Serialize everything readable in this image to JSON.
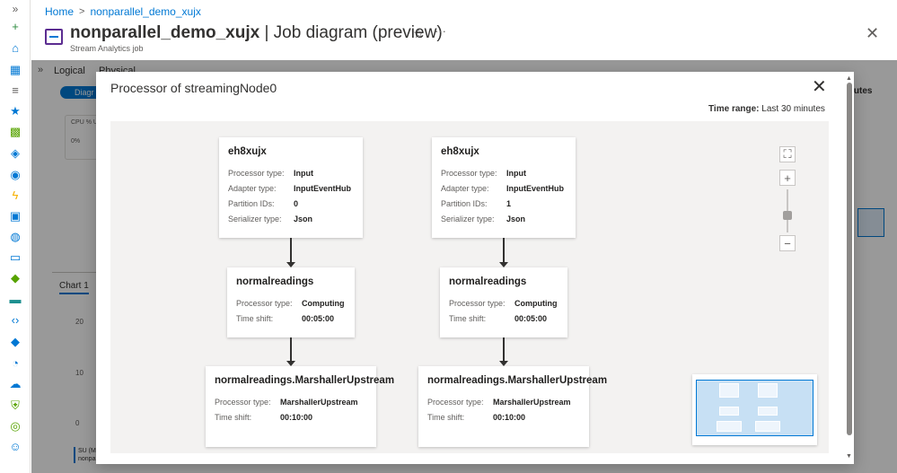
{
  "rail": {
    "expand_glyph": "»",
    "icons": [
      {
        "name": "create-resource-icon",
        "glyph": "+",
        "color": "#2b8a3e"
      },
      {
        "name": "home-icon",
        "glyph": "⌂",
        "color": "#0078d4"
      },
      {
        "name": "dashboard-icon",
        "glyph": "▦",
        "color": "#0078d4"
      },
      {
        "name": "all-services-icon",
        "glyph": "≡",
        "color": "#605e5c"
      },
      {
        "name": "favorites-icon",
        "glyph": "★",
        "color": "#0078d4"
      },
      {
        "name": "all-resources-icon",
        "glyph": "▩",
        "color": "#57a300"
      },
      {
        "name": "resource-groups-icon",
        "glyph": "◈",
        "color": "#0078d4"
      },
      {
        "name": "app-services-icon",
        "glyph": "◉",
        "color": "#0078d4"
      },
      {
        "name": "function-app-icon",
        "glyph": "ϟ",
        "color": "#f7b000"
      },
      {
        "name": "sql-database-icon",
        "glyph": "▣",
        "color": "#0078d4"
      },
      {
        "name": "cosmos-db-icon",
        "glyph": "◍",
        "color": "#0078d4"
      },
      {
        "name": "virtual-machines-icon",
        "glyph": "▭",
        "color": "#0078d4"
      },
      {
        "name": "load-balancer-icon",
        "glyph": "◆",
        "color": "#57a300"
      },
      {
        "name": "storage-accounts-icon",
        "glyph": "▬",
        "color": "#1c8f8f"
      },
      {
        "name": "virtual-networks-icon",
        "glyph": "‹›",
        "color": "#0078d4"
      },
      {
        "name": "entra-id-icon",
        "glyph": "◆",
        "color": "#0078d4"
      },
      {
        "name": "monitor-icon",
        "glyph": "◔",
        "color": "#0078d4"
      },
      {
        "name": "advisor-icon",
        "glyph": "☁",
        "color": "#0078d4"
      },
      {
        "name": "security-center-icon",
        "glyph": "⛨",
        "color": "#57a300"
      },
      {
        "name": "cost-management-icon",
        "glyph": "◎",
        "color": "#57a300"
      },
      {
        "name": "help-support-icon",
        "glyph": "☺",
        "color": "#0078d4"
      }
    ]
  },
  "breadcrumb": {
    "home": "Home",
    "separator": ">",
    "current": "nonparallel_demo_xujx"
  },
  "header": {
    "resource_name": "nonparallel_demo_xujx",
    "page_name": " | Job diagram (preview)",
    "subtitle": "Stream Analytics job",
    "favorite_glyph": "☆",
    "more_glyph": "···",
    "close_glyph": "✕"
  },
  "background": {
    "collapse_glyph": "»",
    "tab_logical": "Logical",
    "tab_physical": "Physical",
    "pill_label": "Diagr",
    "card_label": "CPU % U",
    "card_value": "0%",
    "minutes_label": "inutes",
    "chart_tab": "Chart 1",
    "yticks": [
      "20",
      "10",
      "0"
    ],
    "legend_su": "SU (M",
    "legend_job": "nonparallel_demo_xujx",
    "legend_job2": "nonparallel_demo_xujx"
  },
  "modal": {
    "title": "Processor of streamingNode0",
    "close_glyph": "✕",
    "time_range_label": "Time range:",
    "time_range_value": "Last 30 minutes",
    "scroll_up_glyph": "▲",
    "scroll_down_glyph": "▼",
    "columns": [
      {
        "input": {
          "name": "eh8xujx",
          "rows": [
            {
              "k": "Processor type:",
              "v": "Input"
            },
            {
              "k": "Adapter type:",
              "v": "InputEventHub"
            },
            {
              "k": "Partition IDs:",
              "v": "0"
            },
            {
              "k": "Serializer type:",
              "v": "Json"
            }
          ]
        },
        "compute": {
          "name": "normalreadings",
          "rows": [
            {
              "k": "Processor type:",
              "v": "Computing"
            },
            {
              "k": "Time shift:",
              "v": "00:05:00"
            }
          ]
        },
        "marshaller": {
          "name": "normalreadings.MarshallerUpstream",
          "rows": [
            {
              "k": "Processor type:",
              "v": "MarshallerUpstream"
            },
            {
              "k": "Time shift:",
              "v": "00:10:00"
            }
          ]
        }
      },
      {
        "input": {
          "name": "eh8xujx",
          "rows": [
            {
              "k": "Processor type:",
              "v": "Input"
            },
            {
              "k": "Adapter type:",
              "v": "InputEventHub"
            },
            {
              "k": "Partition IDs:",
              "v": "1"
            },
            {
              "k": "Serializer type:",
              "v": "Json"
            }
          ]
        },
        "compute": {
          "name": "normalreadings",
          "rows": [
            {
              "k": "Processor type:",
              "v": "Computing"
            },
            {
              "k": "Time shift:",
              "v": "00:05:00"
            }
          ]
        },
        "marshaller": {
          "name": "normalreadings.MarshallerUpstream",
          "rows": [
            {
              "k": "Processor type:",
              "v": "MarshallerUpstream"
            },
            {
              "k": "Time shift:",
              "v": "00:10:00"
            }
          ]
        }
      }
    ],
    "zoom": {
      "fit_glyph": "⛶",
      "zoom_in_glyph": "+",
      "zoom_out_glyph": "−",
      "level": 0.4
    }
  },
  "colors": {
    "accent": "#0078d4",
    "canvas": "#f3f2f1"
  }
}
